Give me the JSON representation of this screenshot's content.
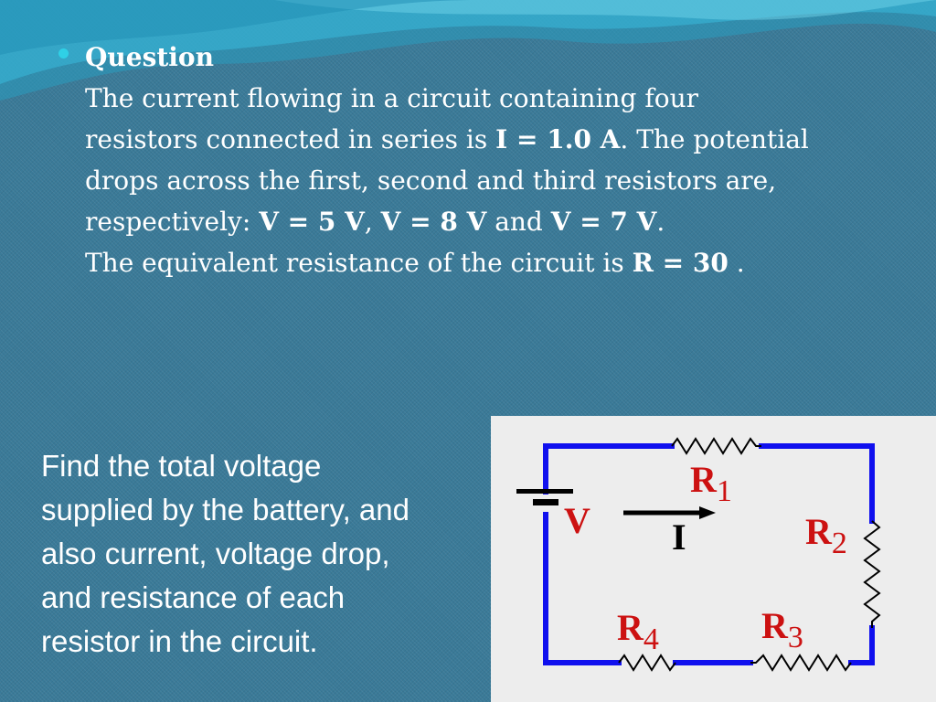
{
  "question": {
    "heading": "Question",
    "line1": "The current flowing in a circuit containing four",
    "line2_a": "resistors connected in series is ",
    "line2_b": "I = 1.0 A",
    "line2_c": ". The potential",
    "line3": "drops across the first, second and third resistors are,",
    "line4_a": "respectively: ",
    "line4_b": "V = 5 V",
    "line4_c": ", ",
    "line4_d": "V = 8 V",
    "line4_e": " and ",
    "line4_f": "V = 7 V",
    "line4_g": ".",
    "line5_a": "The equivalent resistance of the circuit is ",
    "line5_b": "R = 30",
    "line5_c": " ."
  },
  "task": {
    "line1": "Find the total voltage",
    "line2": "supplied by the battery, and",
    "line3": "also current, voltage drop,",
    "line4": "and resistance of each",
    "line5": "resistor in the circuit."
  },
  "circuit": {
    "battery_label": "V",
    "current_label": "I",
    "r1": {
      "letter": "R",
      "index": "1"
    },
    "r2": {
      "letter": "R",
      "index": "2"
    },
    "r3": {
      "letter": "R",
      "index": "3"
    },
    "r4": {
      "letter": "R",
      "index": "4"
    },
    "colors": {
      "wire": "#1010ee",
      "label": "#cc1111",
      "panel": "#ededed"
    }
  },
  "theme": {
    "background": "#3a7a98",
    "bullet": "#2fd0e6",
    "text": "#ffffff"
  }
}
